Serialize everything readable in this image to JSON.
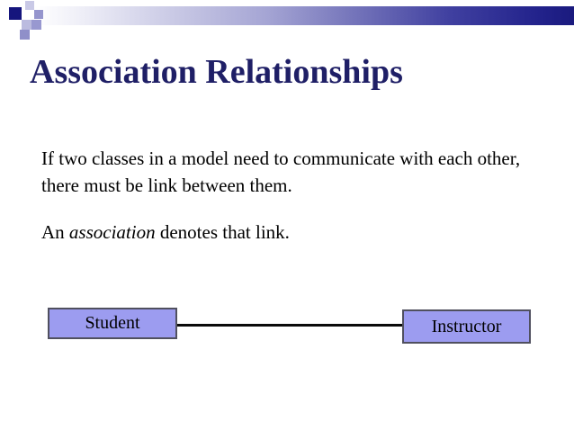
{
  "slide": {
    "title": "Association Relationships",
    "body": {
      "paragraph1_line1": "If two classes in a model need to communicate with each other,",
      "paragraph1_line2": "there must be link between them.",
      "paragraph2": {
        "prefix": "An ",
        "italic_word": "association",
        "suffix": " denotes that link."
      }
    },
    "diagram": {
      "left_class": "Student",
      "right_class": "Instructor"
    },
    "colors": {
      "title_text": "#1f1f66",
      "body_text": "#000000",
      "class_box_fill": "#9c9cf0",
      "class_box_border": "#50505f",
      "association_line": "#0a0a0a",
      "bar_gradient_start": "#ffffff",
      "bar_gradient_end": "#1a1a7e",
      "decor_square_dark": "#15157d",
      "decor_square_pale": "#c9c9e6",
      "decor_square_medium": "#9595cd"
    }
  }
}
